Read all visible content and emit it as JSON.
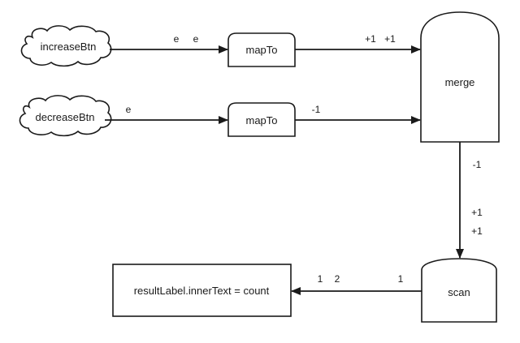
{
  "nodes": {
    "increase_btn": "increaseBtn",
    "decrease_btn": "decreaseBtn",
    "map_to_top": "mapTo",
    "map_to_bottom": "mapTo",
    "merge": "merge",
    "scan": "scan",
    "result": "resultLabel.innerText = count"
  },
  "edge_labels": {
    "increase_to_map": [
      "e",
      "e"
    ],
    "decrease_to_map": [
      "e"
    ],
    "map_top_to_merge": [
      "+1",
      "+1"
    ],
    "map_bottom_to_merge": [
      "-1"
    ],
    "merge_to_scan": [
      "-1",
      "+1",
      "+1"
    ],
    "scan_to_result_left": [
      "1",
      "2"
    ],
    "scan_to_result_right": [
      "1"
    ]
  }
}
